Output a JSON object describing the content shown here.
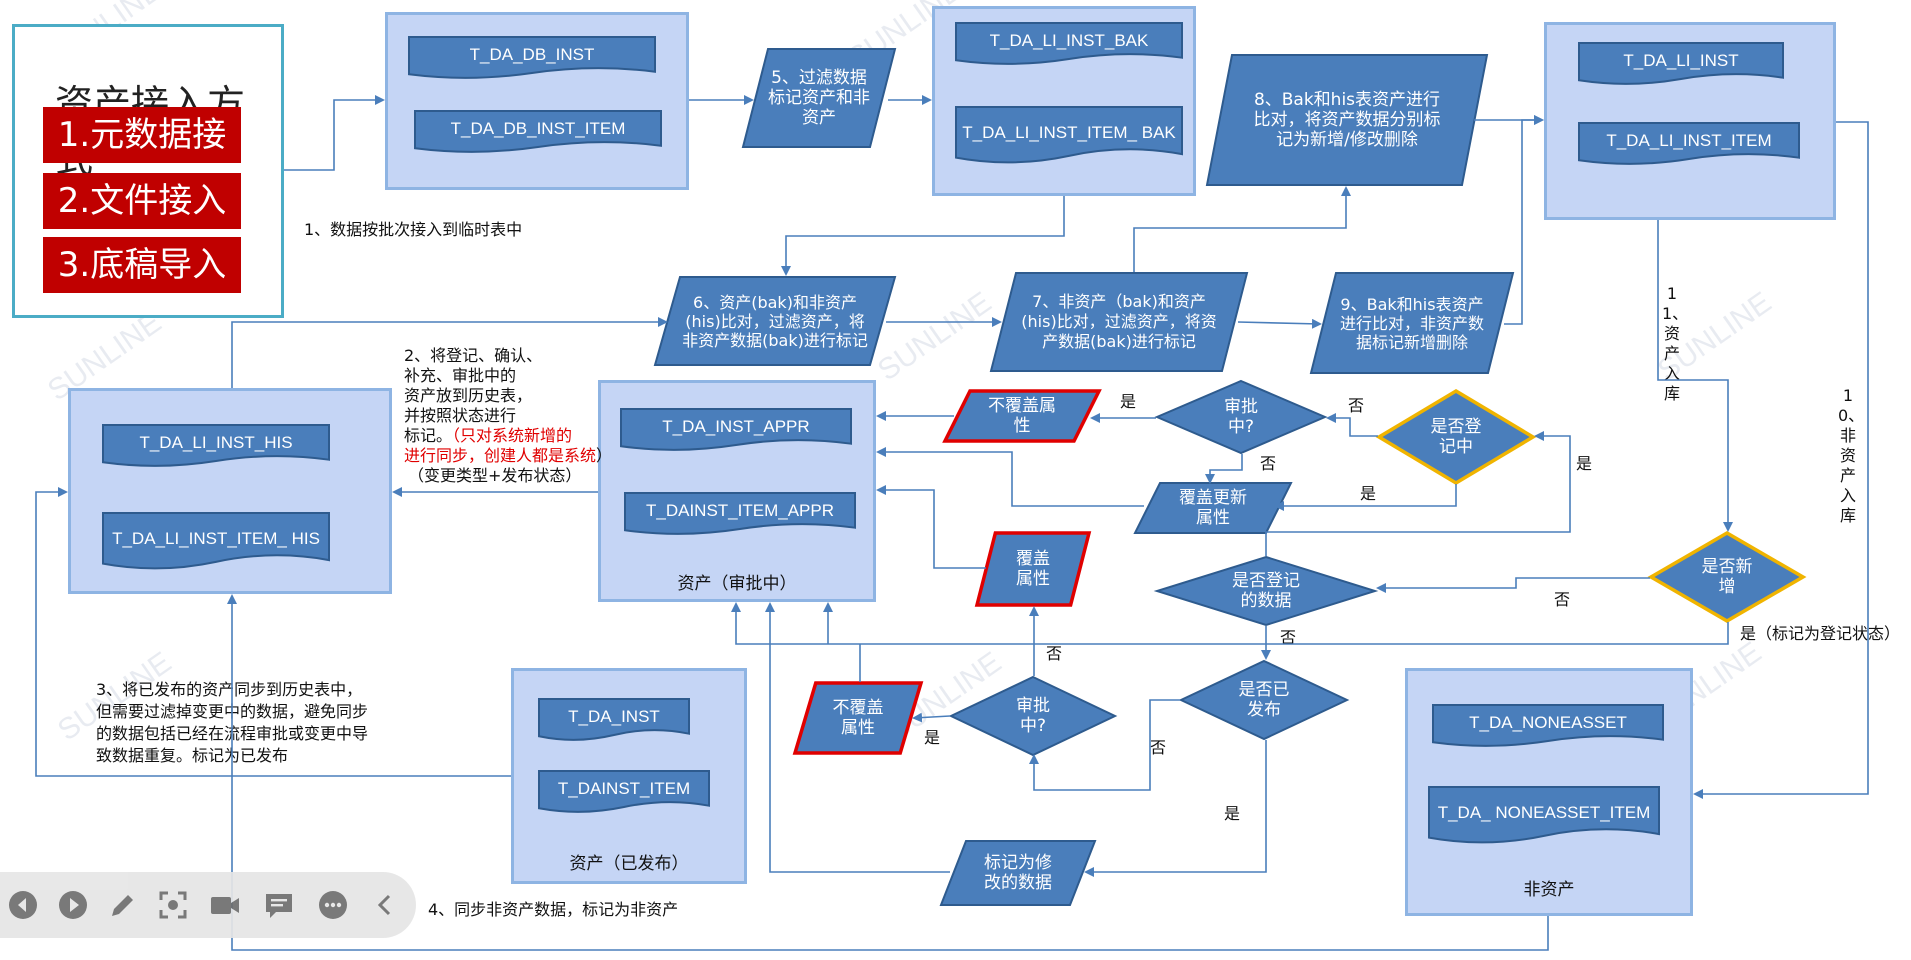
{
  "header": {
    "title": "资产接入方式",
    "methods": [
      "1.元数据接入",
      "2.文件接入",
      "3.底稿导入"
    ]
  },
  "groups": {
    "db_inst": [
      "T_DA_DB_INST",
      "T_DA_DB_INST_ITEM"
    ],
    "li_inst_bak": [
      "T_DA_LI_INST_BAK",
      "T_DA_LI_INST_ITEM_ BAK"
    ],
    "li_inst": [
      "T_DA_LI_INST",
      "T_DA_LI_INST_ITEM"
    ],
    "li_inst_his": [
      "T_DA_LI_INST_HIS",
      "T_DA_LI_INST_ITEM_ HIS"
    ],
    "appr": {
      "tables": [
        "T_DA_INST_APPR",
        "T_DAINST_ITEM_APPR"
      ],
      "caption": "资产（审批中）"
    },
    "published": {
      "tables": [
        "T_DA_INST",
        "T_DAINST_ITEM"
      ],
      "caption": "资产（已发布）"
    },
    "nonasset": {
      "tables": [
        "T_DA_NONEASSET",
        "T_DA_ NONEASSET_ITEM"
      ],
      "caption": "非资产"
    }
  },
  "processes": {
    "step5": "5、过滤数据标记资产和非资产",
    "step8": "8、Bak和his表资产进行比对，将资产数据分别标记为新增/修改删除",
    "step6": "6、资产(bak)和非资产(his)比对，过滤资产，将非资产数据(bak)进行标记",
    "step7": "7、非资产（bak)和资产(his)比对，过滤资产，将资产数据(bak)进行标记",
    "step9": "9、Bak和his表资产进行比对，非资产数据标记新增删除",
    "no_cover_1": "不覆盖属性",
    "cover_update": "覆盖更新属性",
    "cover": "覆盖属性",
    "no_cover_2": "不覆盖属性",
    "mark_modified": "标记为修改的数据"
  },
  "decisions": {
    "in_approval_1": "审批中?",
    "is_registered": "是否登记中",
    "is_registered_data": "是否登记的数据",
    "is_new": "是否新增",
    "is_published": "是否已发布",
    "in_approval_2": "审批中?"
  },
  "annotations": {
    "note1": "1、数据按批次接入到临时表中",
    "note2_lines": [
      "2、将登记、确认、",
      "补充、审批中的",
      "资产放到历史表，",
      "并按照状态进行",
      "标记。"
    ],
    "note2_red_a": "（只对系统新增的",
    "note2_red_b": "进行同步，创建人都是系统",
    "note2_paren": "）",
    "note2_sub": "（变更类型+发布状态）",
    "note3_lines": [
      "3、将已发布的资产同步到历史表中，",
      "但需要过滤掉变更中的数据，避免同步",
      "的数据包括已经在流程审批或变更中导",
      "致数据重复。标记为已发布"
    ],
    "note4": "4、同步非资产数据，标记为非资产",
    "note10": "10、非资产入库",
    "note11": "11、资产入库",
    "yes_registered": "是（标记为登记状态）"
  },
  "edge_labels": {
    "yes": "是",
    "no": "否"
  },
  "toolbar": {
    "icons": [
      "prev-icon",
      "play-icon",
      "pen-icon",
      "focus-icon",
      "camera-icon",
      "comment-icon",
      "more-icon",
      "collapse-icon"
    ]
  },
  "watermark": "SUNLINE",
  "colors": {
    "shape_fill": "#4a7ebb",
    "shape_stroke": "#2e5b8e",
    "group_fill": "#c5d5f5",
    "group_border": "#8eb4e3",
    "method_fill": "#c00000",
    "diamond_border": "#f0b400",
    "highlight_border": "#e00000",
    "line": "#4a7ebb"
  }
}
